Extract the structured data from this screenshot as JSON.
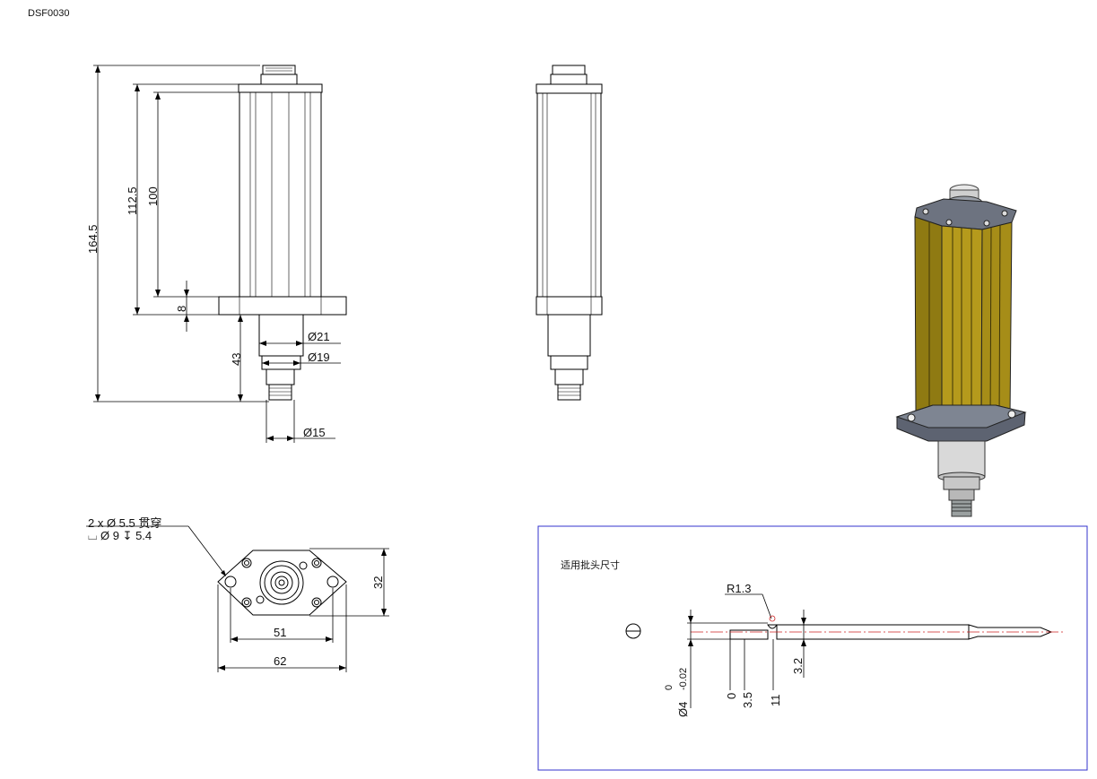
{
  "drawing_code": "DSF0030",
  "front_view": {
    "dim_total_height": "164.5",
    "dim_body_height": "112.5",
    "dim_tube_height": "100",
    "dim_flange_thickness": "8",
    "dim_lower_length": "43",
    "dim_dia_21": "Ø21",
    "dim_dia_19": "Ø19",
    "dim_dia_15": "Ø15"
  },
  "bottom_view": {
    "hole_note_line1": "2 x Ø 5.5 贯穿",
    "hole_note_line2": "⌴ Ø 9 ↧ 5.4",
    "dim_hole_spacing": "51",
    "dim_width": "62",
    "dim_height": "32"
  },
  "bit_panel": {
    "title": "适用批头尺寸",
    "radius_label": "R1.3",
    "dim_flat": "3.2",
    "dim_dia": "Ø4",
    "tol_upper": "0",
    "tol_lower": "-0.02",
    "dim_zero": "0",
    "dim_3_5": "3.5",
    "dim_11": "11",
    "border_color": "#3333cc"
  },
  "colors": {
    "body_gold": "#b59a1c",
    "flange_gray": "#5d6371",
    "shaft_light": "#d9d9d9"
  }
}
